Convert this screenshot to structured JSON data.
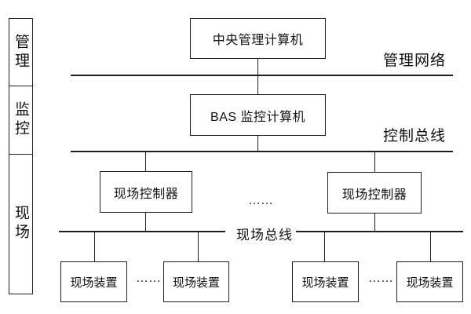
{
  "diagram": {
    "sidebar": {
      "layers": [
        {
          "label": "管理"
        },
        {
          "label": "监控"
        },
        {
          "label": "现场"
        }
      ]
    },
    "nodes": {
      "central_computer": "中央管理计算机",
      "bas_computer": "BAS 监控计算机",
      "controllers": [
        "现场控制器",
        "现场控制器"
      ],
      "devices": [
        "现场装置",
        "现场装置",
        "现场装置",
        "现场装置"
      ]
    },
    "bus_labels": {
      "management_network": "管理网络",
      "control_bus": "控制总线",
      "field_bus": "现场总线"
    },
    "ellipsis": "……",
    "colors": {
      "line": "#1f1f1f",
      "text": "#111111",
      "background": "#ffffff"
    }
  }
}
